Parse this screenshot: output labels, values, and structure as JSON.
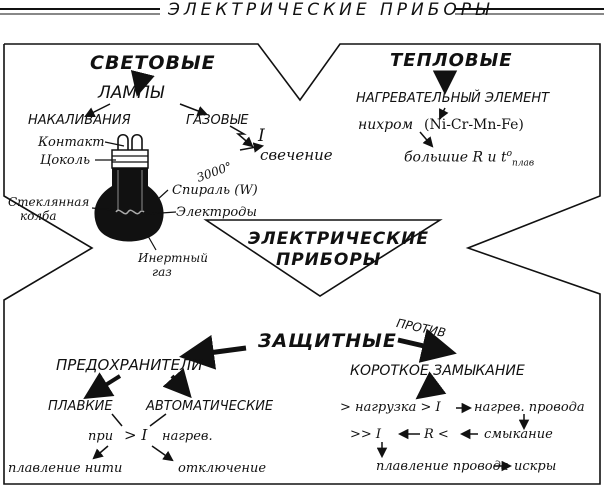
{
  "header": {
    "title": "ЭЛЕКТРИЧЕСКИЕ ПРИБОРЫ"
  },
  "center": {
    "line1": "ЭЛЕКТРИЧЕСКИЕ",
    "line2": "ПРИБОРЫ"
  },
  "light": {
    "title": "СВЕТОВЫЕ",
    "lamps": "ЛАМПЫ",
    "incandescent": "НАКАЛИВАНИЯ",
    "gas": "ГАЗОВЫЕ",
    "glow_i": "I",
    "glow": "свечение",
    "temp": "3000°",
    "contact": "Контакт",
    "base": "Цоколь",
    "glass1": "Стеклянная",
    "glass2": "колба",
    "spiral": "Спираль (W)",
    "electrodes": "Электроды",
    "inert1": "Инертный",
    "inert2": "газ"
  },
  "thermal": {
    "title": "ТЕПЛОВЫЕ",
    "element": "НАГРЕВАТЕЛЬНЫЙ ЭЛЕМЕНТ",
    "nichrome": "нихром",
    "alloy": "(Ni-Cr-Mn-Fe)",
    "large": "большие R и t",
    "large_sup": "o",
    "large_sub": "плав"
  },
  "protective": {
    "title": "ЗАЩИТНЫЕ",
    "against": "ПРОТИВ",
    "fuses": "ПРЕДОХРАНИТЕЛИ",
    "fusible": "ПЛАВКИЕ",
    "automatic": "АВТОМАТИЧЕСКИЕ",
    "at": "при",
    "gt_i": "> I",
    "heat": "нагрев.",
    "melt": "плавление нити",
    "off": "отключение",
    "short": "КОРОТКОЕ ЗАМЫКАНИЕ",
    "load": "> нагрузка > I",
    "heat_wire": "нагрев. провода",
    "dbl_i": ">> I",
    "r": "R <",
    "closure": "смыкание",
    "melt_wire": "плавление провода",
    "sparks": "искры"
  }
}
